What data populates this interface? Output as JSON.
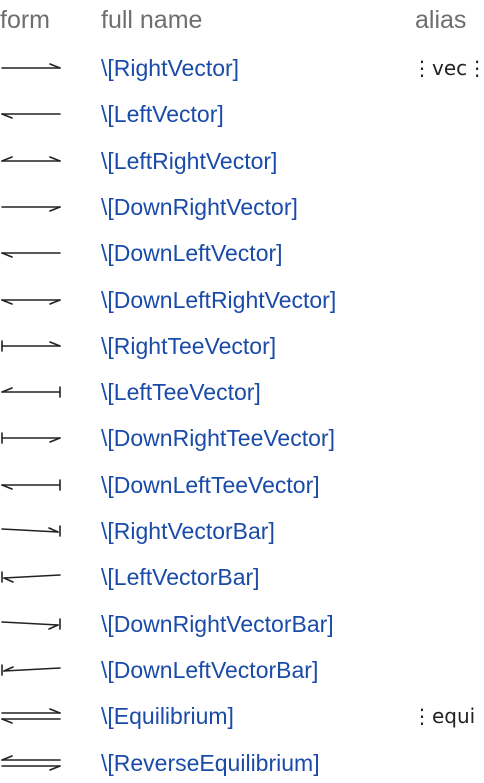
{
  "headers": {
    "form": "form",
    "full_name": "full name",
    "alias": "alias"
  },
  "rows": [
    {
      "glyph": "right-vector-icon",
      "name": "\\[RightVector]",
      "alias": "⋮vec⋮"
    },
    {
      "glyph": "left-vector-icon",
      "name": "\\[LeftVector]",
      "alias": ""
    },
    {
      "glyph": "left-right-vector-icon",
      "name": "\\[LeftRightVector]",
      "alias": ""
    },
    {
      "glyph": "down-right-vector-icon",
      "name": "\\[DownRightVector]",
      "alias": ""
    },
    {
      "glyph": "down-left-vector-icon",
      "name": "\\[DownLeftVector]",
      "alias": ""
    },
    {
      "glyph": "down-left-right-vector-icon",
      "name": "\\[DownLeftRightVector]",
      "alias": ""
    },
    {
      "glyph": "right-tee-vector-icon",
      "name": "\\[RightTeeVector]",
      "alias": ""
    },
    {
      "glyph": "left-tee-vector-icon",
      "name": "\\[LeftTeeVector]",
      "alias": ""
    },
    {
      "glyph": "down-right-tee-vector-icon",
      "name": "\\[DownRightTeeVector]",
      "alias": ""
    },
    {
      "glyph": "down-left-tee-vector-icon",
      "name": "\\[DownLeftTeeVector]",
      "alias": ""
    },
    {
      "glyph": "right-vector-bar-icon",
      "name": "\\[RightVectorBar]",
      "alias": ""
    },
    {
      "glyph": "left-vector-bar-icon",
      "name": "\\[LeftVectorBar]",
      "alias": ""
    },
    {
      "glyph": "down-right-vector-bar-icon",
      "name": "\\[DownRightVectorBar]",
      "alias": ""
    },
    {
      "glyph": "down-left-vector-bar-icon",
      "name": "\\[DownLeftVectorBar]",
      "alias": ""
    },
    {
      "glyph": "equilibrium-icon",
      "name": "\\[Equilibrium]",
      "alias": "⋮equi⋮"
    },
    {
      "glyph": "reverse-equilibrium-icon",
      "name": "\\[ReverseEquilibrium]",
      "alias": ""
    }
  ],
  "colors": {
    "link": "#1a4ba8",
    "header": "#6e6e6e",
    "glyph": "#222222"
  }
}
